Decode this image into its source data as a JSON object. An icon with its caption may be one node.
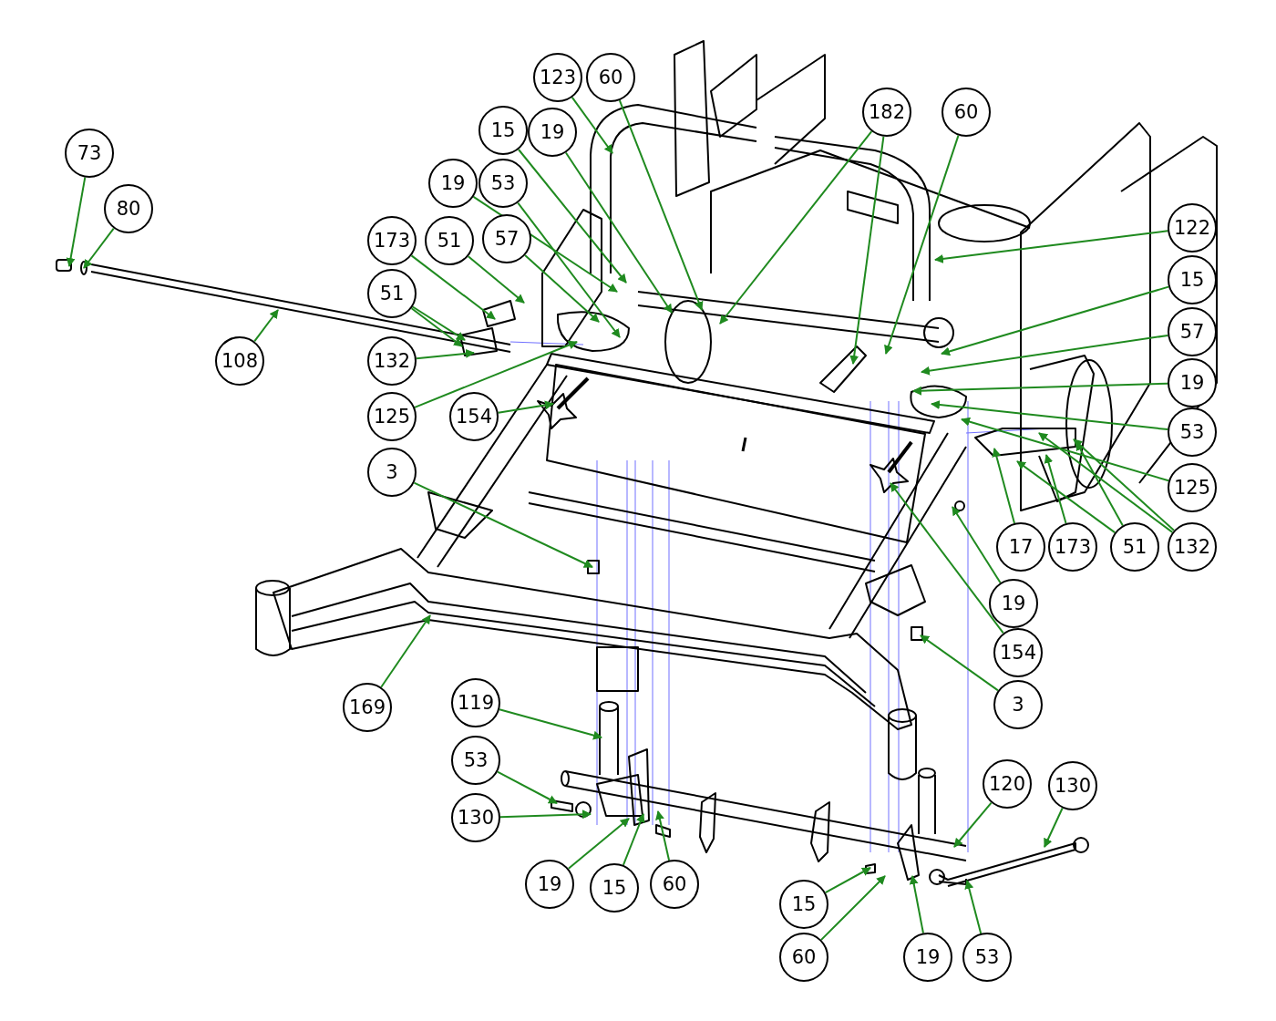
{
  "diagram": {
    "nodes": [
      {
        "text": [
          "123"
        ]
      },
      {
        "text": [
          "60"
        ]
      },
      {
        "text": [
          "182"
        ]
      },
      {
        "text": [
          "60"
        ]
      },
      {
        "text": [
          "15"
        ]
      },
      {
        "text": [
          "19"
        ]
      },
      {
        "text": [
          "73"
        ]
      },
      {
        "text": [
          "19"
        ]
      },
      {
        "text": [
          "53"
        ]
      },
      {
        "text": [
          "80"
        ]
      },
      {
        "text": [
          "122"
        ]
      },
      {
        "text": [
          "173"
        ]
      },
      {
        "text": [
          "51"
        ]
      },
      {
        "text": [
          "57"
        ]
      },
      {
        "text": [
          "15"
        ]
      },
      {
        "text": [
          "51"
        ]
      },
      {
        "text": [
          "57"
        ]
      },
      {
        "text": [
          "108"
        ]
      },
      {
        "text": [
          "132"
        ]
      },
      {
        "text": [
          "19"
        ]
      },
      {
        "text": [
          "125"
        ]
      },
      {
        "text": [
          "154"
        ]
      },
      {
        "text": [
          "53"
        ]
      },
      {
        "text": [
          "3"
        ]
      },
      {
        "text": [
          "125"
        ]
      },
      {
        "text": [
          "17"
        ]
      },
      {
        "text": [
          "173"
        ]
      },
      {
        "text": [
          "51"
        ]
      },
      {
        "text": [
          "132"
        ]
      },
      {
        "text": [
          "19"
        ]
      },
      {
        "text": [
          "154"
        ]
      },
      {
        "text": [
          "119"
        ]
      },
      {
        "text": [
          "3"
        ]
      },
      {
        "text": [
          "169"
        ]
      },
      {
        "text": [
          "53"
        ]
      },
      {
        "text": [
          "120"
        ]
      },
      {
        "text": [
          "130"
        ]
      },
      {
        "text": [
          "130"
        ]
      },
      {
        "text": [
          "19"
        ]
      },
      {
        "text": [
          "15"
        ]
      },
      {
        "text": [
          "60"
        ]
      },
      {
        "text": [
          "15"
        ]
      },
      {
        "text": [
          "60"
        ]
      },
      {
        "text": [
          "19"
        ]
      },
      {
        "text": [
          "53"
        ]
      }
    ],
    "edges": [
      {
        "from": 0,
        "to": null,
        "arrow": "to"
      },
      {
        "from": 1,
        "to": null,
        "arrow": "to"
      },
      {
        "from": 2,
        "to": null,
        "arrow": "to"
      },
      {
        "from": 2,
        "to": null,
        "arrow": "to"
      },
      {
        "from": 3,
        "to": null,
        "arrow": "to"
      },
      {
        "from": 4,
        "to": null,
        "arrow": "to"
      },
      {
        "from": 5,
        "to": null,
        "arrow": "to"
      },
      {
        "from": 6,
        "to": null,
        "arrow": "to"
      },
      {
        "from": 7,
        "to": null,
        "arrow": "to"
      },
      {
        "from": 8,
        "to": null,
        "arrow": "to"
      },
      {
        "from": 9,
        "to": null,
        "arrow": "to"
      },
      {
        "from": 10,
        "to": null,
        "arrow": "to"
      },
      {
        "from": 11,
        "to": null,
        "arrow": "to"
      },
      {
        "from": 12,
        "to": null,
        "arrow": "to"
      },
      {
        "from": 13,
        "to": null,
        "arrow": "to"
      },
      {
        "from": 14,
        "to": null,
        "arrow": "to"
      },
      {
        "from": 15,
        "to": null,
        "arrow": "to"
      },
      {
        "from": 15,
        "to": null,
        "arrow": "to"
      },
      {
        "from": 16,
        "to": null,
        "arrow": "to"
      },
      {
        "from": 17,
        "to": null,
        "arrow": "to"
      },
      {
        "from": 18,
        "to": null,
        "arrow": "to"
      },
      {
        "from": 19,
        "to": null,
        "arrow": "to"
      },
      {
        "from": 20,
        "to": null,
        "arrow": "to"
      },
      {
        "from": 21,
        "to": null,
        "arrow": "to"
      },
      {
        "from": 22,
        "to": null,
        "arrow": "to"
      },
      {
        "from": 23,
        "to": null,
        "arrow": "to"
      },
      {
        "from": 24,
        "to": null,
        "arrow": "to"
      },
      {
        "from": 25,
        "to": null,
        "arrow": "to"
      },
      {
        "from": 26,
        "to": null,
        "arrow": "to"
      },
      {
        "from": 27,
        "to": null,
        "arrow": "to"
      },
      {
        "from": 27,
        "to": null,
        "arrow": "to"
      },
      {
        "from": 28,
        "to": null,
        "arrow": "to"
      },
      {
        "from": 28,
        "to": null,
        "arrow": "to"
      },
      {
        "from": 29,
        "to": null,
        "arrow": "to"
      },
      {
        "from": 30,
        "to": null,
        "arrow": "to"
      },
      {
        "from": 31,
        "to": null,
        "arrow": "to"
      },
      {
        "from": 32,
        "to": null,
        "arrow": "to"
      },
      {
        "from": 33,
        "to": null,
        "arrow": "to"
      },
      {
        "from": 34,
        "to": null,
        "arrow": "to"
      },
      {
        "from": 35,
        "to": null,
        "arrow": "to"
      },
      {
        "from": 36,
        "to": null,
        "arrow": "to"
      },
      {
        "from": 37,
        "to": null,
        "arrow": "to"
      },
      {
        "from": 38,
        "to": null,
        "arrow": "to"
      },
      {
        "from": 39,
        "to": null,
        "arrow": "to"
      },
      {
        "from": 40,
        "to": null,
        "arrow": "to"
      },
      {
        "from": 41,
        "to": null,
        "arrow": "to"
      },
      {
        "from": 42,
        "to": null,
        "arrow": "to"
      },
      {
        "from": 43,
        "to": null,
        "arrow": "to"
      },
      {
        "from": 44,
        "to": null,
        "arrow": "to"
      }
    ]
  }
}
